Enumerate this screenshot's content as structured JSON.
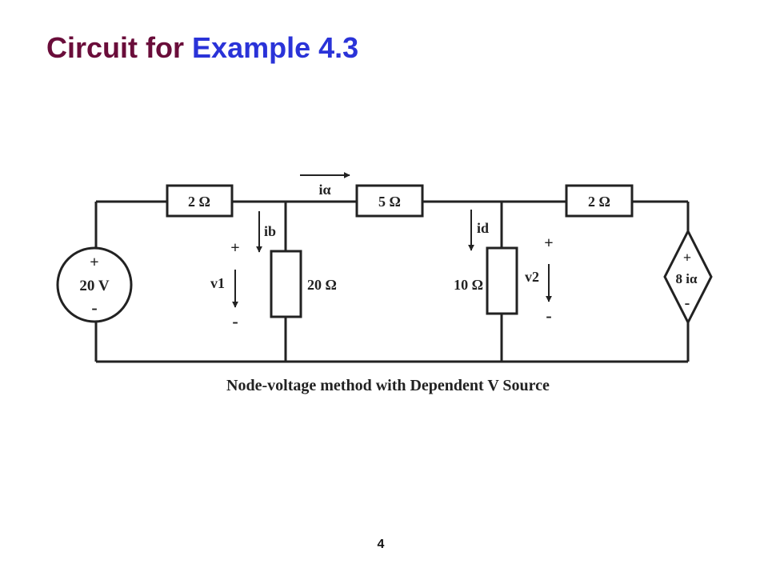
{
  "slide": {
    "title_part1": "Circuit for",
    "title_part2": "Example 4.3",
    "page_number": "4",
    "title_colors": {
      "part1": "#6a0d3a",
      "part2": "#2a33d8"
    }
  },
  "circuit": {
    "caption": "Node-voltage method with Dependent V Source",
    "source": {
      "plus": "+",
      "value": "20 V",
      "minus": "-"
    },
    "dependent_source": {
      "plus": "+",
      "value": "8 iα",
      "minus": "-"
    },
    "resistors": {
      "r_left": "2 Ω",
      "r_middle": "5 Ω",
      "r_right": "2 Ω",
      "r_shunt1": "20 Ω",
      "r_shunt2": "10 Ω"
    },
    "currents": {
      "ia": "iα",
      "ib": "ib",
      "id": "id"
    },
    "voltages": {
      "v1": {
        "plus": "+",
        "label": "v1",
        "minus": "-"
      },
      "v2": {
        "plus": "+",
        "label": "v2",
        "minus": "-"
      }
    }
  }
}
